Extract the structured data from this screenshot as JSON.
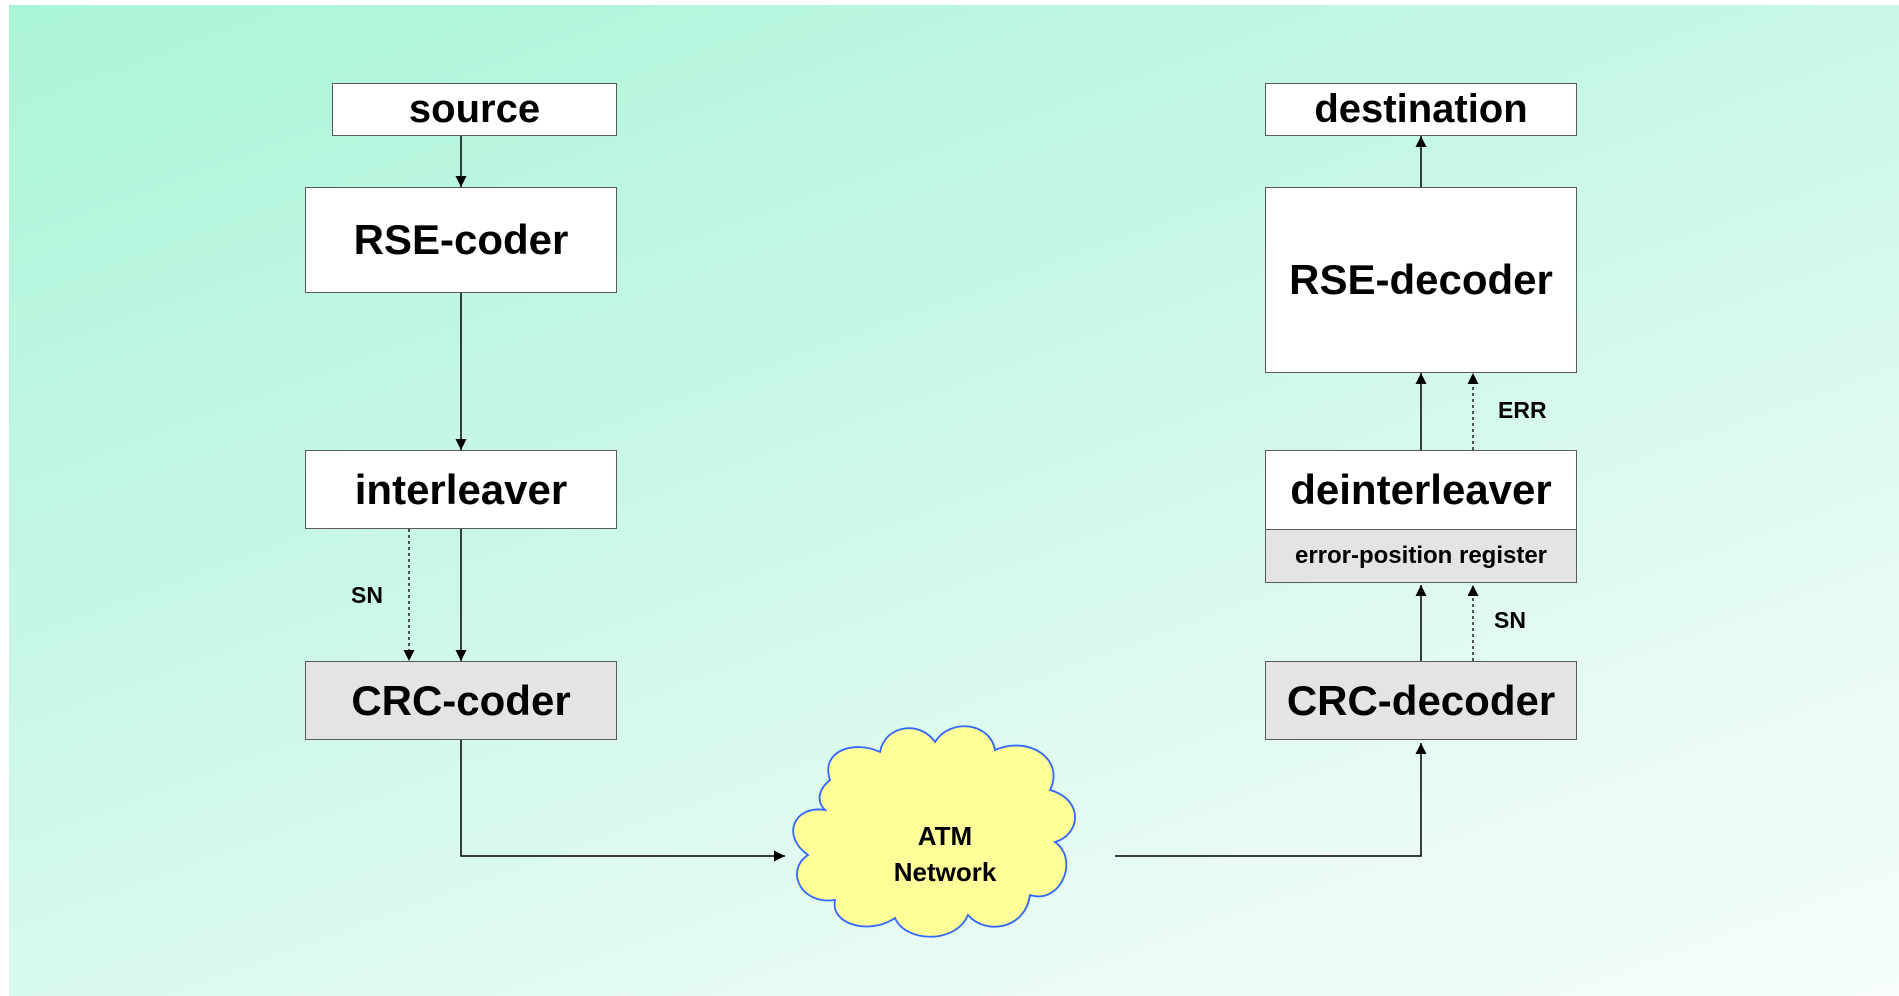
{
  "blocks": {
    "source": "source",
    "rse_coder": "RSE-coder",
    "interleaver": "interleaver",
    "crc_coder": "CRC-coder",
    "destination": "destination",
    "rse_decoder": "RSE-decoder",
    "deinterleaver": "deinterleaver",
    "error_position_register": "error-position register",
    "crc_decoder": "CRC-decoder"
  },
  "network": {
    "line1": "ATM",
    "line2": "Network"
  },
  "signals": {
    "sn_left": "SN",
    "sn_right": "SN",
    "err": "ERR"
  },
  "colors": {
    "background": "#b7f6dc",
    "cloud_fill": "#ffff99",
    "cloud_outline": "#3366ff",
    "register_fill": "#e4e4e4"
  }
}
